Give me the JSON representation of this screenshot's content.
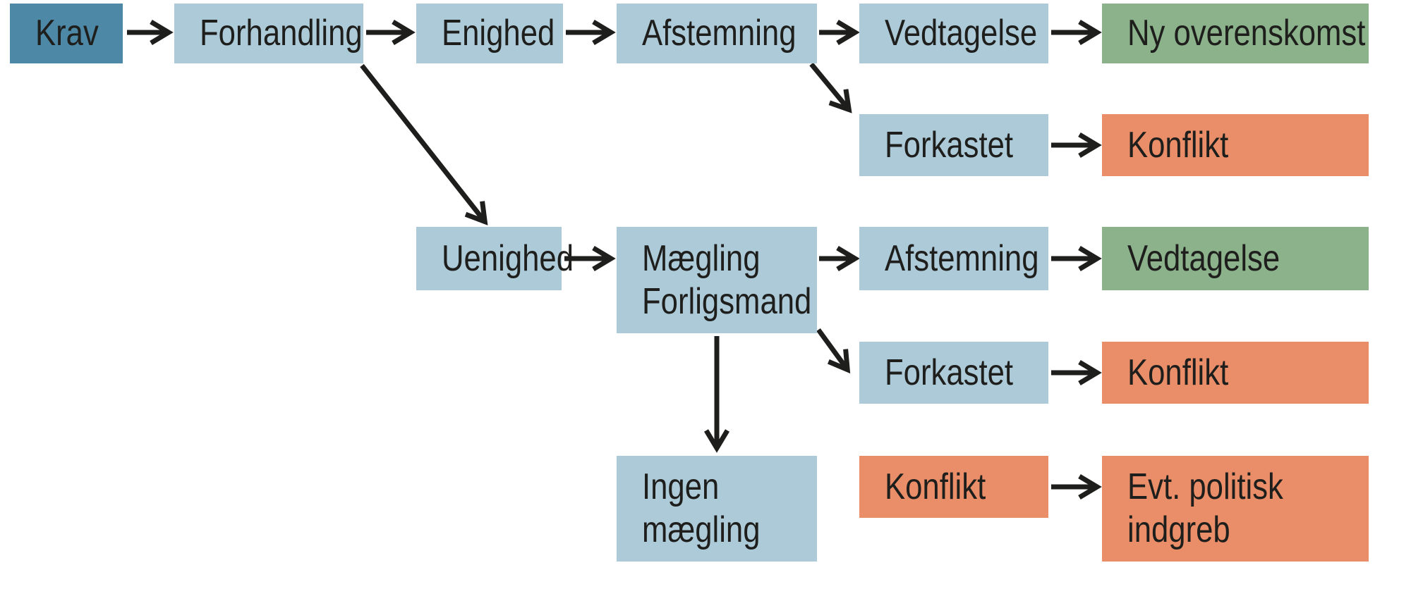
{
  "diagram": {
    "type": "flowchart",
    "language": "da",
    "nodes": [
      {
        "id": "krav",
        "lines": [
          "Krav"
        ],
        "color_role": "start_node"
      },
      {
        "id": "forhandling",
        "lines": [
          "Forhandling"
        ],
        "color_role": "process_node"
      },
      {
        "id": "enighed",
        "lines": [
          "Enighed"
        ],
        "color_role": "process_node"
      },
      {
        "id": "afstemning-1",
        "lines": [
          "Afstemning"
        ],
        "color_role": "process_node"
      },
      {
        "id": "vedtagelse-1",
        "lines": [
          "Vedtagelse"
        ],
        "color_role": "process_node"
      },
      {
        "id": "ny-overenskomst",
        "lines": [
          "Ny overenskomst"
        ],
        "color_role": "success_node"
      },
      {
        "id": "forkastet-1",
        "lines": [
          "Forkastet"
        ],
        "color_role": "process_node"
      },
      {
        "id": "konflikt-1",
        "lines": [
          "Konflikt"
        ],
        "color_role": "conflict_node"
      },
      {
        "id": "uenighed",
        "lines": [
          "Uenighed"
        ],
        "color_role": "process_node"
      },
      {
        "id": "maegling-forligsmand",
        "lines": [
          "Mægling",
          "Forligsmand"
        ],
        "color_role": "process_node"
      },
      {
        "id": "afstemning-2",
        "lines": [
          "Afstemning"
        ],
        "color_role": "process_node"
      },
      {
        "id": "vedtagelse-2",
        "lines": [
          "Vedtagelse"
        ],
        "color_role": "success_node"
      },
      {
        "id": "forkastet-2",
        "lines": [
          "Forkastet"
        ],
        "color_role": "process_node"
      },
      {
        "id": "konflikt-2",
        "lines": [
          "Konflikt"
        ],
        "color_role": "conflict_node"
      },
      {
        "id": "ingen-maegling",
        "lines": [
          "Ingen",
          "mægling"
        ],
        "color_role": "process_node"
      },
      {
        "id": "konflikt-3",
        "lines": [
          "Konflikt"
        ],
        "color_role": "conflict_node"
      },
      {
        "id": "evt-politisk-indgreb",
        "lines": [
          "Evt. politisk",
          "indgreb"
        ],
        "color_role": "conflict_node"
      }
    ],
    "edges": [
      {
        "from": "krav",
        "to": "forhandling",
        "style": "horizontal"
      },
      {
        "from": "forhandling",
        "to": "enighed",
        "style": "horizontal"
      },
      {
        "from": "enighed",
        "to": "afstemning-1",
        "style": "horizontal"
      },
      {
        "from": "afstemning-1",
        "to": "vedtagelse-1",
        "style": "horizontal"
      },
      {
        "from": "vedtagelse-1",
        "to": "ny-overenskomst",
        "style": "horizontal"
      },
      {
        "from": "afstemning-1",
        "to": "forkastet-1",
        "style": "diagonal"
      },
      {
        "from": "forkastet-1",
        "to": "konflikt-1",
        "style": "horizontal"
      },
      {
        "from": "forhandling",
        "to": "uenighed",
        "style": "diagonal"
      },
      {
        "from": "uenighed",
        "to": "maegling-forligsmand",
        "style": "horizontal"
      },
      {
        "from": "maegling-forligsmand",
        "to": "afstemning-2",
        "style": "horizontal"
      },
      {
        "from": "afstemning-2",
        "to": "vedtagelse-2",
        "style": "horizontal"
      },
      {
        "from": "maegling-forligsmand",
        "to": "forkastet-2",
        "style": "diagonal"
      },
      {
        "from": "forkastet-2",
        "to": "konflikt-2",
        "style": "horizontal"
      },
      {
        "from": "maegling-forligsmand",
        "to": "ingen-maegling",
        "style": "vertical"
      },
      {
        "from": "konflikt-3",
        "to": "evt-politisk-indgreb",
        "style": "horizontal"
      }
    ]
  },
  "colors": {
    "start_node": "#4d89a7",
    "process_node": "#adcad8",
    "success_node": "#8bb28b",
    "conflict_node": "#e98e68",
    "arrow": "#1e1e1c",
    "text": "#1e1e1c",
    "background": "#ffffff"
  }
}
